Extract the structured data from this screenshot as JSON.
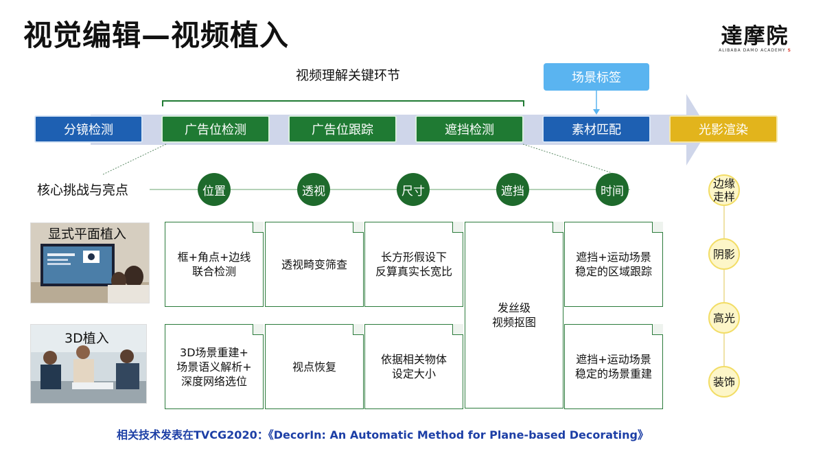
{
  "title": "视觉编辑—视频植入",
  "logo": {
    "name": "達摩院",
    "subtitle": "ALIBABA DAMO ACADEMY"
  },
  "labels": {
    "video_understanding": "视频理解关键环节",
    "scene_tag": "场景标签",
    "challenges": "核心挑战与亮点"
  },
  "pipeline": [
    {
      "label": "分镜检测",
      "color": "#1e60b2"
    },
    {
      "label": "广告位检测",
      "color": "#1f7a33"
    },
    {
      "label": "广告位跟踪",
      "color": "#1f7a33"
    },
    {
      "label": "遮挡检测",
      "color": "#1f7a33"
    },
    {
      "label": "素材匹配",
      "color": "#1e60b2"
    },
    {
      "label": "光影渲染",
      "color": "#e2b41c"
    }
  ],
  "challenges": [
    "位置",
    "透视",
    "尺寸",
    "遮挡",
    "时间"
  ],
  "render_aspects": [
    "边缘\n走样",
    "阴影",
    "高光",
    "装饰"
  ],
  "rows": [
    {
      "label": "显式平面植入",
      "cells": [
        "框+角点+边线\n联合检测",
        "透视畸变筛查",
        "长方形假设下\n反算真实长宽比",
        "遮挡+运动场景\n稳定的区域跟踪"
      ]
    },
    {
      "label": "3D植入",
      "cells": [
        "3D场景重建+\n场景语义解析+\n深度网络选位",
        "视点恢复",
        "依据相关物体\n设定大小",
        "遮挡+运动场景\n稳定的场景重建"
      ]
    }
  ],
  "shared_cell": "发丝级\n视频抠图",
  "footer": "相关技术发表在TVCG2020：《DecorIn: An Automatic Method for Plane-based Decorating》"
}
